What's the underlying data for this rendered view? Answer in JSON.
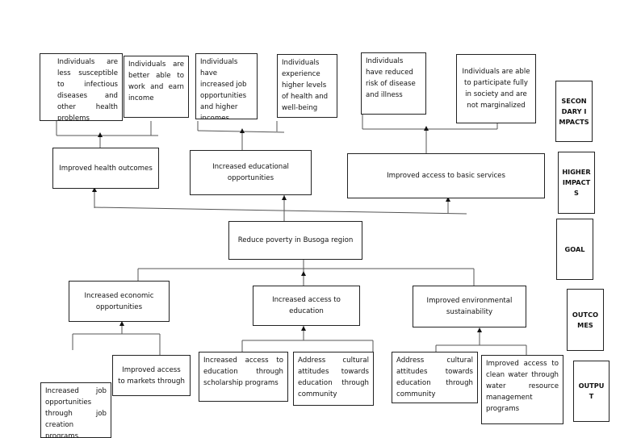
{
  "impacts": [
    "Individuals are less susceptible to infectious diseases and other health problems",
    "Individuals are better able to work and earn income",
    "Individuals have increased job opportunities and higher incomes",
    "Individuals experience higher levels of health and well-being",
    "Individuals have reduced risk of disease and illness",
    "Individuals are able to participate fully in society and are not marginalized"
  ],
  "higher": [
    "Improved health outcomes",
    "Increased educational opportunities",
    "Improved access to basic services"
  ],
  "goal": "Reduce poverty in Busoga region",
  "outcomes": [
    "Increased economic opportunities",
    "Increased access to education",
    "Improved environmental sustainability"
  ],
  "outputs": [
    "Increased job opportunities through job creation programs",
    "Improved access to markets through",
    "Increased access to education through scholarship programs",
    "Address cultural attitudes towards education through community",
    "Address cultural attitudes towards education through community",
    "Improved access to clean water through water resource management programs"
  ],
  "levels": {
    "secondary": "SECONDARY IMPACTS",
    "higher": "HIGHER IMPACTS",
    "goal": "GOAL",
    "outcomes": "OUTCOMES",
    "output": "OUTPUT"
  }
}
